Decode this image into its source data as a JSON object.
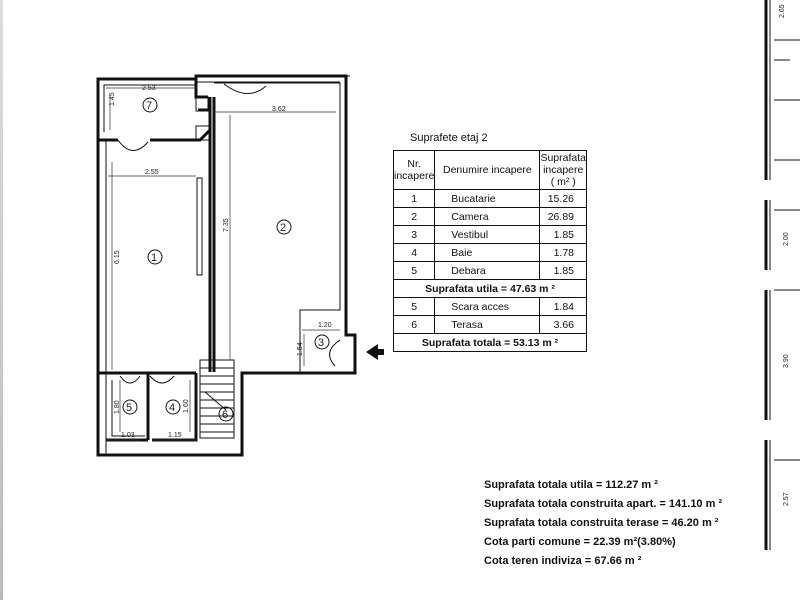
{
  "table": {
    "title": "Suprafete etaj 2",
    "headers": {
      "nr": "Nr. incapere",
      "name": "Denumire incapere",
      "area": "Suprafata incapere ( m² )"
    },
    "rooms": [
      {
        "nr": "1",
        "name": "Bucatarie",
        "area": "15.26"
      },
      {
        "nr": "2",
        "name": "Camera",
        "area": "26.89"
      },
      {
        "nr": "3",
        "name": "Vestibul",
        "area": "1.85"
      },
      {
        "nr": "4",
        "name": "Baie",
        "area": "1.78"
      },
      {
        "nr": "5",
        "name": "Debara",
        "area": "1.85"
      }
    ],
    "useful_total": "Suprafata utila = 47.63 m ²",
    "extra_rooms": [
      {
        "nr": "5",
        "name": "Scara acces",
        "area": "1.84"
      },
      {
        "nr": "6",
        "name": "Terasa",
        "area": "3.66"
      }
    ],
    "grand_total": "Suprafata totala = 53.13 m ²"
  },
  "summary": {
    "line1": "Suprafata totala utila = 112.27 m ²",
    "line2": "Suprafata totala construita apart. = 141.10 m ²",
    "line3": "Suprafata totala construita terase = 46.20 m ²",
    "line4": "Cota parti comune = 22.39 m²(3.80%)",
    "line5": "Cota teren indiviza = 67.66 m ²"
  },
  "plan": {
    "room_labels": [
      "1",
      "2",
      "3",
      "4",
      "5",
      "6",
      "7"
    ],
    "dimensions": {
      "terrace_width": "2.53",
      "terrace_depth": "1.45",
      "room2_width": "3.62",
      "kitchen_width": "2.55",
      "room2_length": "7.35",
      "kitchen_length": "6.15",
      "vestibule_width": "1.20",
      "vestibule_length": "1.54",
      "storage_width": "1.03",
      "storage_length": "1.80",
      "bath_width": "1.15",
      "bath_length": "1.60"
    },
    "right_dimensions": [
      "2.65",
      "2.00",
      "3.90",
      "2.57"
    ]
  }
}
